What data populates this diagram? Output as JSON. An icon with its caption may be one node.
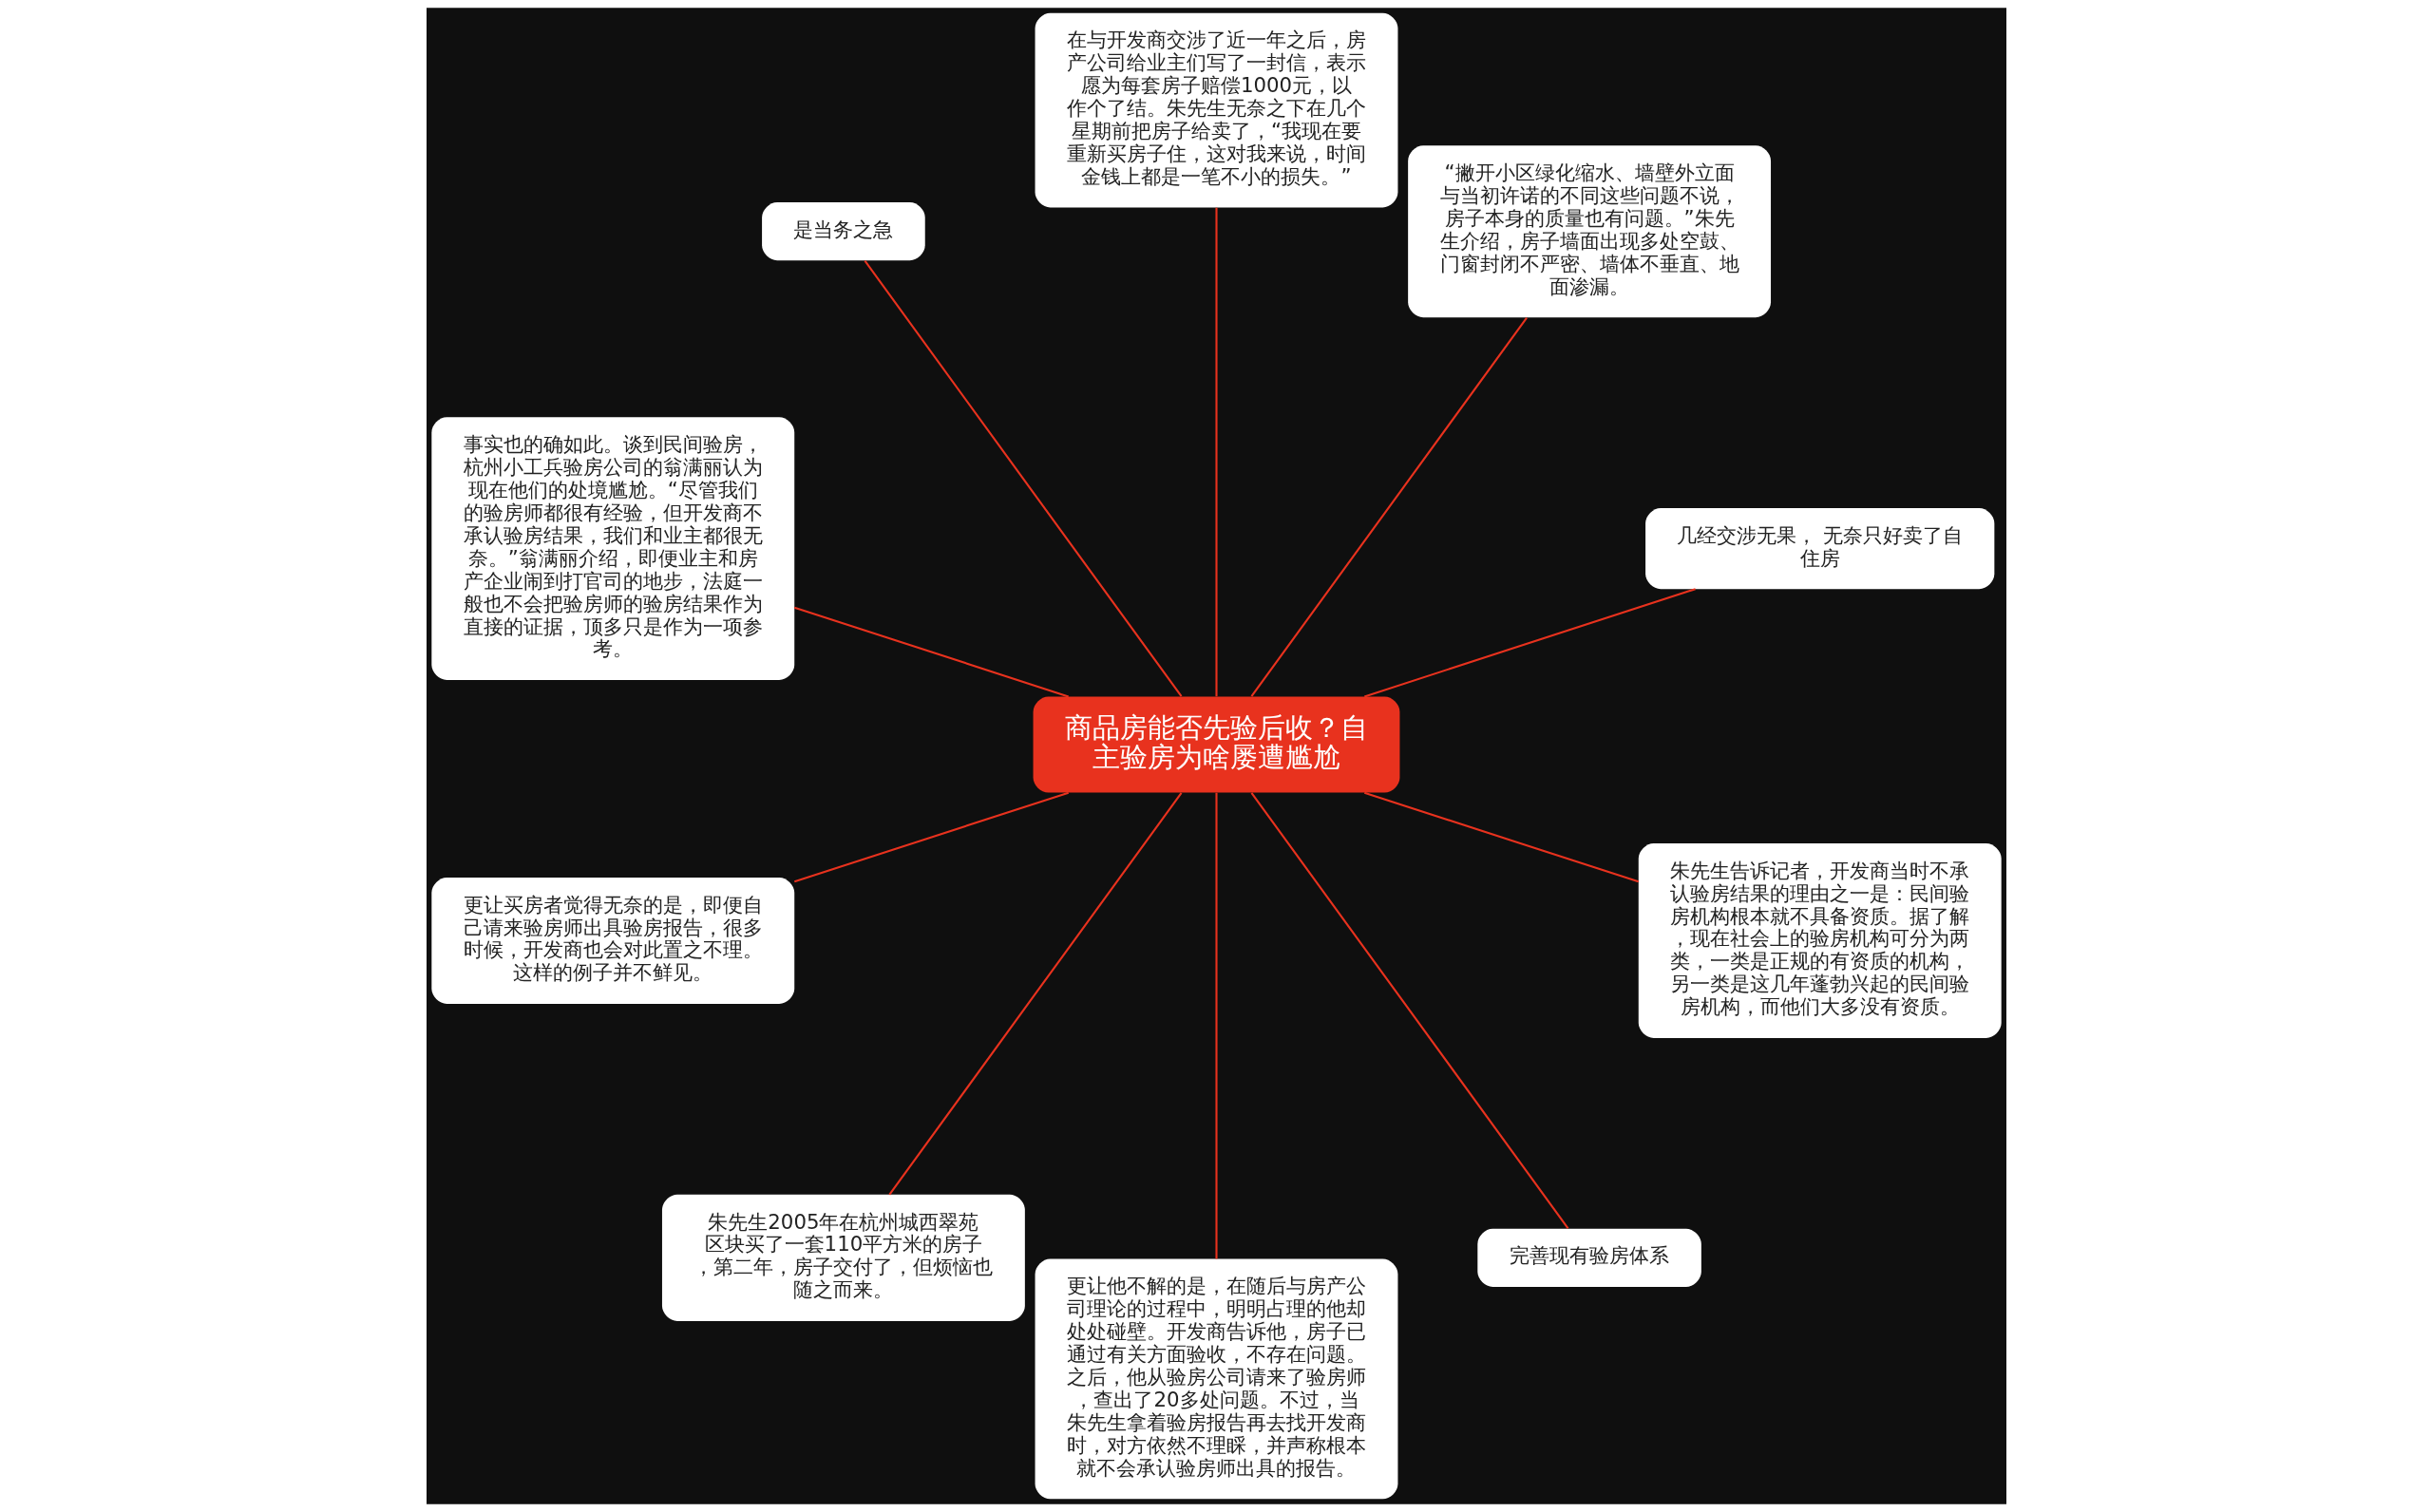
{
  "diagram": {
    "nodes": [
      {
        "text": [
          "商品房能否先验后收？自主验房为啥屡遭尴尬"
        ]
      },
      {
        "text": [
          "几经交涉无果， 无奈只好卖了自住房"
        ]
      },
      {
        "text": [
          "“撇开小区绿化缩水、墙壁外立面与当初许诺的不同这些问题不说，房子本身的质量也有问题。”朱先生介绍，房子墙面出现多处空鼓、门窗封闭不严密、墙体不垂直、地面渗漏。"
        ]
      },
      {
        "text": [
          "在与开发商交涉了近一年之后，房产公司给业主们写了一封信，表示愿为每套房子赔偿1000元，以作个了结。朱先生无奈之下在几个星期前把房子给卖了，“我现在要重新买房子住，这对我来说，时间金钱上都是一笔不小的损失。”"
        ]
      },
      {
        "text": [
          "是当务之急"
        ]
      },
      {
        "text": [
          "事实也的确如此。谈到民间验房，杭州小工兵验房公司的翁满丽认为现在他们的处境尴尬。“尽管我们的验房师都很有经验，但开发商不承认验房结果，我们和业主都很无奈。”翁满丽介绍，即便业主和房产企业闹到打官司的地步，法庭一般也不会把验房师的验房结果作为直接的证据，顶多只是作为一项参考。"
        ]
      },
      {
        "text": [
          "更让买房者觉得无奈的是，即便自己请来验房师出具验房报告，很多时候，开发商也会对此置之不理。这样的例子并不鲜见。"
        ]
      },
      {
        "text": [
          "朱先生2005年在杭州城西翠苑区块买了一套110平方米的房子，第二年，房子交付了，但烦恼也随之而来。"
        ]
      },
      {
        "text": [
          "更让他不解的是，在随后与房产公司理论的过程中，明明占理的他却处处碰壁。开发商告诉他，房子已通过有关方面验收，不存在问题。之后，他从验房公司请来了验房师，查出了20多处问题。不过，当朱先生拿着验房报告再去找开发商时，对方依然不理睬，并声称根本就不会承认验房师出具的报告。"
        ]
      },
      {
        "text": [
          "完善现有验房体系"
        ]
      },
      {
        "text": [
          "朱先生告诉记者，开发商当时不承认验房结果的理由之一是：民间验房机构根本就不具备资质。据了解，现在社会上的验房机构可分为两类，一类是正规的有资质的机构，另一类是这几年蓬勃兴起的民间验房机构，而他们大多没有资质。"
        ]
      }
    ],
    "edges": [
      {
        "from": 0,
        "to": 6,
        "arrow": "none"
      },
      {
        "from": 0,
        "to": 7,
        "arrow": "none"
      },
      {
        "from": 0,
        "to": 8,
        "arrow": "none"
      },
      {
        "from": 0,
        "to": 9,
        "arrow": "none"
      },
      {
        "from": 0,
        "to": 10,
        "arrow": "none"
      },
      {
        "from": 0,
        "to": 5,
        "arrow": "none"
      },
      {
        "from": 0,
        "to": 4,
        "arrow": "none"
      },
      {
        "from": 0,
        "to": 3,
        "arrow": "none"
      },
      {
        "from": 0,
        "to": 2,
        "arrow": "none"
      },
      {
        "from": 0,
        "to": 1,
        "arrow": "none"
      }
    ]
  }
}
